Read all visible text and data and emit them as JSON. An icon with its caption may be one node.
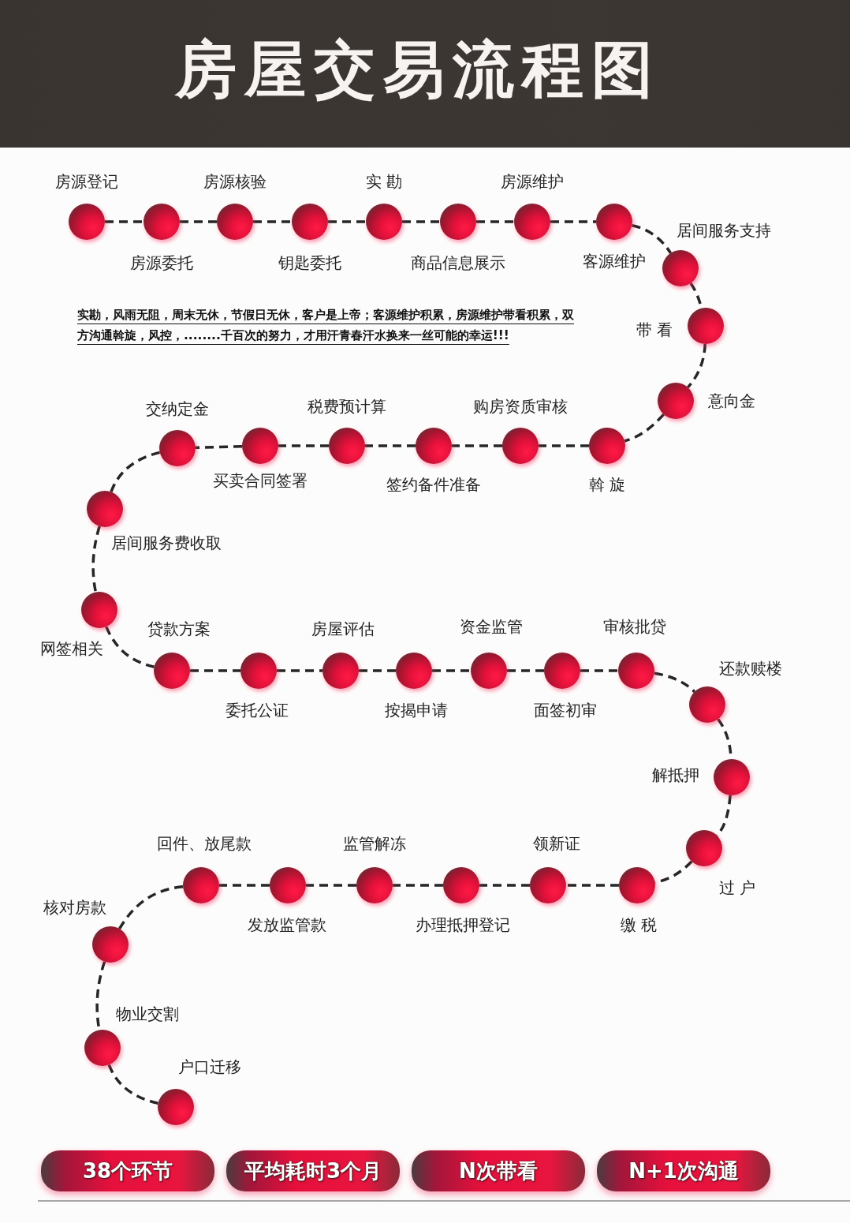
{
  "diagram": {
    "title": "房屋交易流程图",
    "nodes": [
      {
        "text": [],
        "shape": "circle",
        "beside": [
          "房源登记"
        ]
      },
      {
        "text": [],
        "shape": "circle",
        "beside": [
          "房源委托"
        ]
      },
      {
        "text": [],
        "shape": "circle",
        "beside": [
          "房源核验"
        ]
      },
      {
        "text": [],
        "shape": "circle",
        "beside": [
          "钥匙委托"
        ]
      },
      {
        "text": [],
        "shape": "circle",
        "beside": [
          "实 勘"
        ]
      },
      {
        "text": [],
        "shape": "circle",
        "beside": [
          "商品信息展示"
        ]
      },
      {
        "text": [],
        "shape": "circle",
        "beside": [
          "房源维护"
        ]
      },
      {
        "text": [],
        "shape": "circle",
        "beside": [
          "客源维护"
        ]
      },
      {
        "text": [],
        "shape": "circle",
        "beside": [
          "居间服务支持"
        ]
      },
      {
        "text": [],
        "shape": "circle",
        "beside": [
          "带 看"
        ]
      },
      {
        "text": [],
        "shape": "circle",
        "beside": [
          "意向金"
        ]
      },
      {
        "text": [],
        "shape": "circle",
        "beside": [
          "斡 旋"
        ]
      },
      {
        "text": [],
        "shape": "circle",
        "beside": [
          "购房资质审核"
        ]
      },
      {
        "text": [],
        "shape": "circle",
        "beside": [
          "签约备件准备"
        ]
      },
      {
        "text": [],
        "shape": "circle",
        "beside": [
          "税费预计算"
        ]
      },
      {
        "text": [],
        "shape": "circle",
        "beside": [
          "买卖合同签署"
        ]
      },
      {
        "text": [],
        "shape": "circle",
        "beside": [
          "交纳定金"
        ]
      },
      {
        "text": [],
        "shape": "circle",
        "beside": [
          "居间服务费收取"
        ]
      },
      {
        "text": [],
        "shape": "circle",
        "beside": [
          "网签相关"
        ]
      },
      {
        "text": [],
        "shape": "circle",
        "beside": [
          "贷款方案"
        ]
      },
      {
        "text": [],
        "shape": "circle",
        "beside": [
          "委托公证"
        ]
      },
      {
        "text": [],
        "shape": "circle",
        "beside": [
          "房屋评估"
        ]
      },
      {
        "text": [],
        "shape": "circle",
        "beside": [
          "按揭申请"
        ]
      },
      {
        "text": [],
        "shape": "circle",
        "beside": [
          "资金监管"
        ]
      },
      {
        "text": [],
        "shape": "circle",
        "beside": [
          "面签初审"
        ]
      },
      {
        "text": [],
        "shape": "circle",
        "beside": [
          "审核批贷"
        ]
      },
      {
        "text": [],
        "shape": "circle",
        "beside": [
          "还款赎楼"
        ]
      },
      {
        "text": [],
        "shape": "circle",
        "beside": [
          "解抵押"
        ]
      },
      {
        "text": [],
        "shape": "circle",
        "beside": [
          "过 户"
        ]
      },
      {
        "text": [],
        "shape": "circle",
        "beside": [
          "缴 税"
        ]
      },
      {
        "text": [],
        "shape": "circle",
        "beside": [
          "领新证"
        ]
      },
      {
        "text": [],
        "shape": "circle",
        "beside": [
          "办理抵押登记"
        ]
      },
      {
        "text": [],
        "shape": "circle",
        "beside": [
          "监管解冻"
        ]
      },
      {
        "text": [],
        "shape": "circle",
        "beside": [
          "发放监管款"
        ]
      },
      {
        "text": [],
        "shape": "circle",
        "beside": [
          "回件、放尾款"
        ]
      },
      {
        "text": [],
        "shape": "circle",
        "beside": [
          "核对房款"
        ]
      },
      {
        "text": [],
        "shape": "circle",
        "beside": [
          "物业交割"
        ]
      },
      {
        "text": [],
        "shape": "circle",
        "beside": [
          "户口迁移"
        ]
      },
      {
        "text": [
          "38个环节"
        ]
      },
      {
        "text": [
          "平均耗时3个月"
        ]
      },
      {
        "text": [
          "N次带看"
        ]
      },
      {
        "text": [
          "N+1次沟通"
        ]
      }
    ],
    "edges": [
      {
        "from": 0,
        "to": 1,
        "arrow": "none",
        "style": "dashed"
      },
      {
        "from": 1,
        "to": 2,
        "arrow": "none",
        "style": "dashed"
      },
      {
        "from": 2,
        "to": 3,
        "arrow": "none",
        "style": "dashed"
      },
      {
        "from": 3,
        "to": 4,
        "arrow": "none",
        "style": "dashed"
      },
      {
        "from": 4,
        "to": 5,
        "arrow": "none",
        "style": "dashed"
      },
      {
        "from": 5,
        "to": 6,
        "arrow": "none",
        "style": "dashed"
      },
      {
        "from": 6,
        "to": 7,
        "arrow": "none",
        "style": "dashed"
      },
      {
        "from": 7,
        "to": 8,
        "arrow": "none",
        "style": "dashed"
      },
      {
        "from": 8,
        "to": 9,
        "arrow": "none",
        "style": "dashed"
      },
      {
        "from": 9,
        "to": 10,
        "arrow": "none",
        "style": "dashed"
      },
      {
        "from": 10,
        "to": 11,
        "arrow": "none",
        "style": "dashed"
      },
      {
        "from": 11,
        "to": 12,
        "arrow": "none",
        "style": "dashed"
      },
      {
        "from": 12,
        "to": 13,
        "arrow": "none",
        "style": "dashed"
      },
      {
        "from": 13,
        "to": 14,
        "arrow": "none",
        "style": "dashed"
      },
      {
        "from": 14,
        "to": 15,
        "arrow": "none",
        "style": "dashed"
      },
      {
        "from": 15,
        "to": 16,
        "arrow": "none",
        "style": "dashed"
      },
      {
        "from": 16,
        "to": 17,
        "arrow": "none",
        "style": "dashed"
      },
      {
        "from": 17,
        "to": 18,
        "arrow": "none",
        "style": "dashed"
      },
      {
        "from": 18,
        "to": 19,
        "arrow": "none",
        "style": "dashed"
      },
      {
        "from": 19,
        "to": 20,
        "arrow": "none",
        "style": "dashed"
      },
      {
        "from": 20,
        "to": 21,
        "arrow": "none",
        "style": "dashed"
      },
      {
        "from": 21,
        "to": 22,
        "arrow": "none",
        "style": "dashed"
      },
      {
        "from": 22,
        "to": 23,
        "arrow": "none",
        "style": "dashed"
      },
      {
        "from": 23,
        "to": 24,
        "arrow": "none",
        "style": "dashed"
      },
      {
        "from": 24,
        "to": 25,
        "arrow": "none",
        "style": "dashed"
      },
      {
        "from": 25,
        "to": 26,
        "arrow": "none",
        "style": "dashed"
      },
      {
        "from": 26,
        "to": 27,
        "arrow": "none",
        "style": "dashed"
      },
      {
        "from": 27,
        "to": 28,
        "arrow": "none",
        "style": "dashed"
      },
      {
        "from": 28,
        "to": 29,
        "arrow": "none",
        "style": "dashed"
      },
      {
        "from": 29,
        "to": 30,
        "arrow": "none",
        "style": "dashed"
      },
      {
        "from": 30,
        "to": 31,
        "arrow": "none",
        "style": "dashed"
      },
      {
        "from": 31,
        "to": 32,
        "arrow": "none",
        "style": "dashed"
      },
      {
        "from": 32,
        "to": 33,
        "arrow": "none",
        "style": "dashed"
      },
      {
        "from": 33,
        "to": 34,
        "arrow": "none",
        "style": "dashed"
      },
      {
        "from": 34,
        "to": 35,
        "arrow": "none",
        "style": "dashed"
      },
      {
        "from": 35,
        "to": 36,
        "arrow": "none",
        "style": "dashed"
      },
      {
        "from": 36,
        "to": 37,
        "arrow": "none",
        "style": "dashed"
      }
    ],
    "labels": [
      "实勘，风雨无阻，周末无休，节假日无休，客户是上帝；客源维护积累，房源维护带看积累，双方沟通斡旋，风控，........千百次的努力，才用汗青春汗水换来一丝可能的幸运!!!"
    ]
  }
}
